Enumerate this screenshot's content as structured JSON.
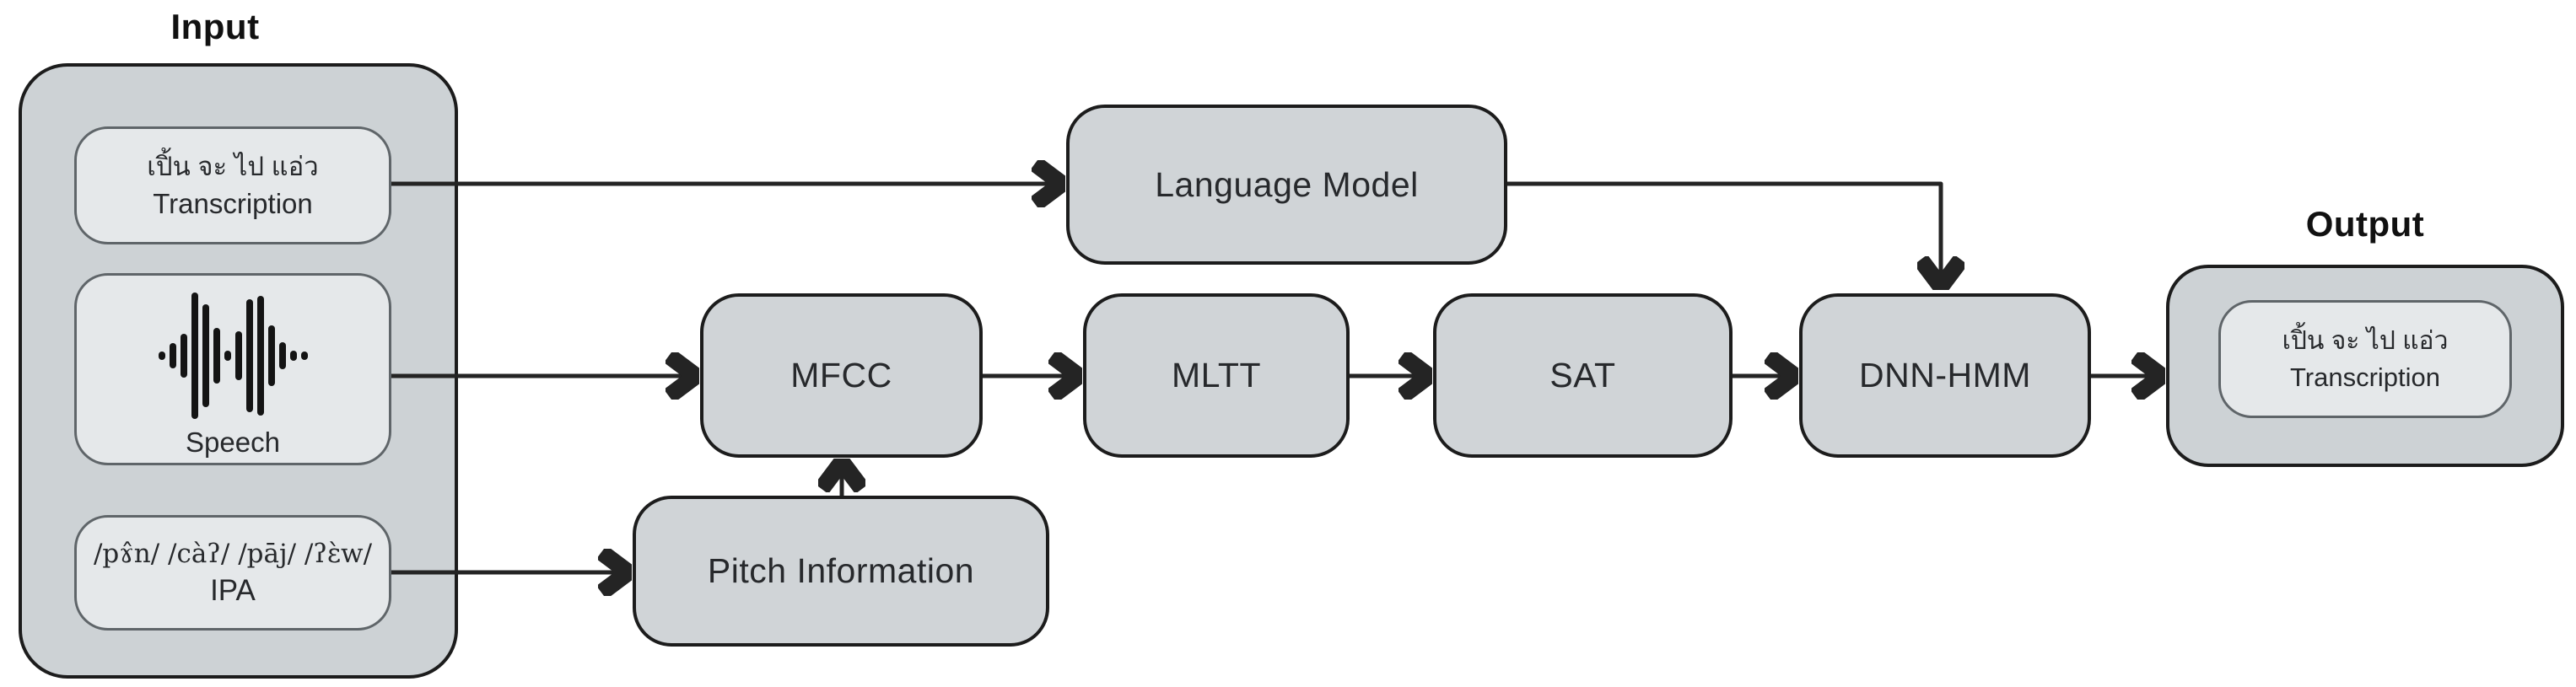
{
  "colors": {
    "canvas_bg": "#ffffff",
    "group_fill": "#cdd2d5",
    "node_fill": "#d0d4d7",
    "inner_fill": "#e5e8ea",
    "border_dark": "#1c1c1c",
    "border_inner": "#5f6569",
    "arrow": "#242424",
    "text": "#27292c",
    "icon": "#141414"
  },
  "input_group": {
    "title": "Input",
    "transcription_box": {
      "thai_text": "เปิ้น จะ ไป แอ่ว",
      "label": "Transcription"
    },
    "speech_box": {
      "label": "Speech",
      "icon": "waveform-icon",
      "waveform_bars": [
        10,
        30,
        52,
        150,
        122,
        66,
        12,
        58,
        134,
        142,
        72,
        32,
        12,
        10
      ]
    },
    "ipa_box": {
      "phonemes": "/pɤ̂n/ /càʔ/ /pāj/ /ʔɛ̀w/",
      "label": "IPA"
    }
  },
  "nodes": {
    "language_model": {
      "label": "Language Model"
    },
    "mfcc": {
      "label": "MFCC"
    },
    "mltt": {
      "label": "MLTT"
    },
    "sat": {
      "label": "SAT"
    },
    "dnn_hmm": {
      "label": "DNN-HMM"
    },
    "pitch_information": {
      "label": "Pitch Information"
    }
  },
  "output_group": {
    "title": "Output",
    "transcription_box": {
      "thai_text": "เปิ้น จะ ไป แอ่ว",
      "label": "Transcription"
    }
  }
}
